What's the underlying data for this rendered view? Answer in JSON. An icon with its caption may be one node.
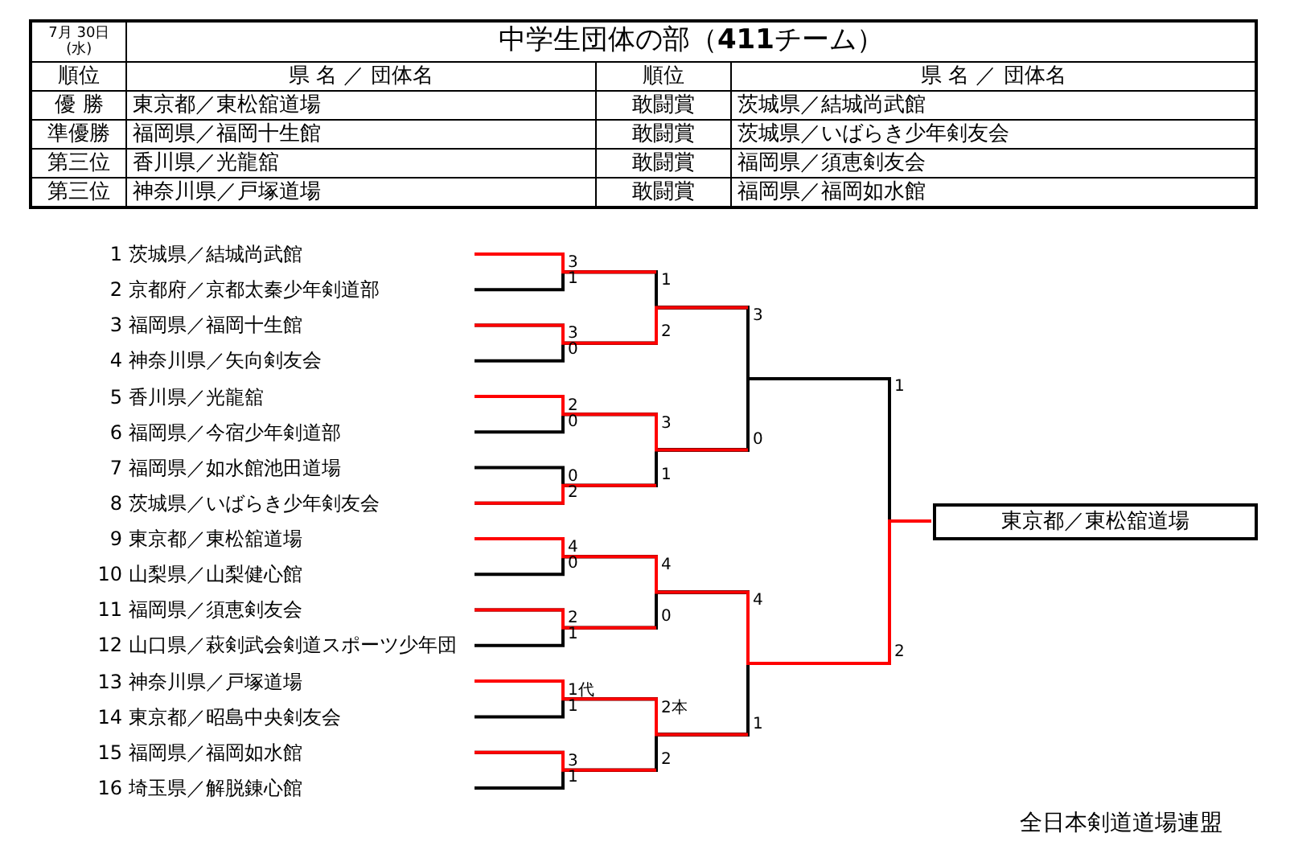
{
  "diagram": {
    "title": "中学生団体の部（**411**チーム）",
    "nodes": [
      {
        "text": [
          "茨城県／結城尚武館"
        ],
        "beside": [
          "1"
        ]
      },
      {
        "text": [
          "京都府／京都太秦少年剣道部"
        ],
        "beside": [
          "2"
        ]
      },
      {
        "text": [
          "福岡県／福岡十生館"
        ],
        "beside": [
          "3"
        ]
      },
      {
        "text": [
          "神奈川県／矢向剣友会"
        ],
        "beside": [
          "4"
        ]
      },
      {
        "text": [
          "香川県／光龍舘"
        ],
        "beside": [
          "5"
        ]
      },
      {
        "text": [
          "福岡県／今宿少年剣道部"
        ],
        "beside": [
          "6"
        ]
      },
      {
        "text": [
          "福岡県／如水館池田道場"
        ],
        "beside": [
          "7"
        ]
      },
      {
        "text": [
          "茨城県／いばらき少年剣友会"
        ],
        "beside": [
          "8"
        ]
      },
      {
        "text": [
          "東京都／東松舘道場"
        ],
        "beside": [
          "9"
        ]
      },
      {
        "text": [
          "山梨県／山梨健心館"
        ],
        "beside": [
          "10"
        ]
      },
      {
        "text": [
          "福岡県／須恵剣友会"
        ],
        "beside": [
          "11"
        ]
      },
      {
        "text": [
          "山口県／萩剣武会剣道スポーツ少年団"
        ],
        "beside": [
          "12"
        ]
      },
      {
        "text": [
          "神奈川県／戸塚道場"
        ],
        "beside": [
          "13"
        ]
      },
      {
        "text": [
          "東京都／昭島中央剣友会"
        ],
        "beside": [
          "14"
        ]
      },
      {
        "text": [
          "福岡県／福岡如水館"
        ],
        "beside": [
          "15"
        ]
      },
      {
        "text": [
          "埼玉県／解脱錬心館"
        ],
        "beside": [
          "16"
        ]
      },
      {
        "text": [
          "東京都／東松舘道場"
        ]
      }
    ],
    "labels": [
      "7月 30日 (水)",
      "順位",
      "県 名 ／ 団体名",
      "順位",
      "県 名 ／ 団体名",
      "優 勝",
      "東京都／東松舘道場",
      "敢闘賞",
      "茨城県／結城尚武館",
      "準優勝",
      "福岡県／福岡十生館",
      "敢闘賞",
      "茨城県／いばらき少年剣友会",
      "第三位",
      "香川県／光龍舘",
      "敢闘賞",
      "福岡県／須恵剣友会",
      "第三位",
      "神奈川県／戸塚道場",
      "敢闘賞",
      "福岡県／福岡如水館",
      "3",
      "1",
      "3",
      "0",
      "2",
      "0",
      "0",
      "2",
      "4",
      "0",
      "2",
      "1",
      "1代",
      "1",
      "3",
      "1",
      "1",
      "2",
      "3",
      "1",
      "4",
      "0",
      "2本",
      "2",
      "3",
      "0",
      "4",
      "1",
      "1",
      "2",
      "全日本剣道道場連盟"
    ]
  }
}
